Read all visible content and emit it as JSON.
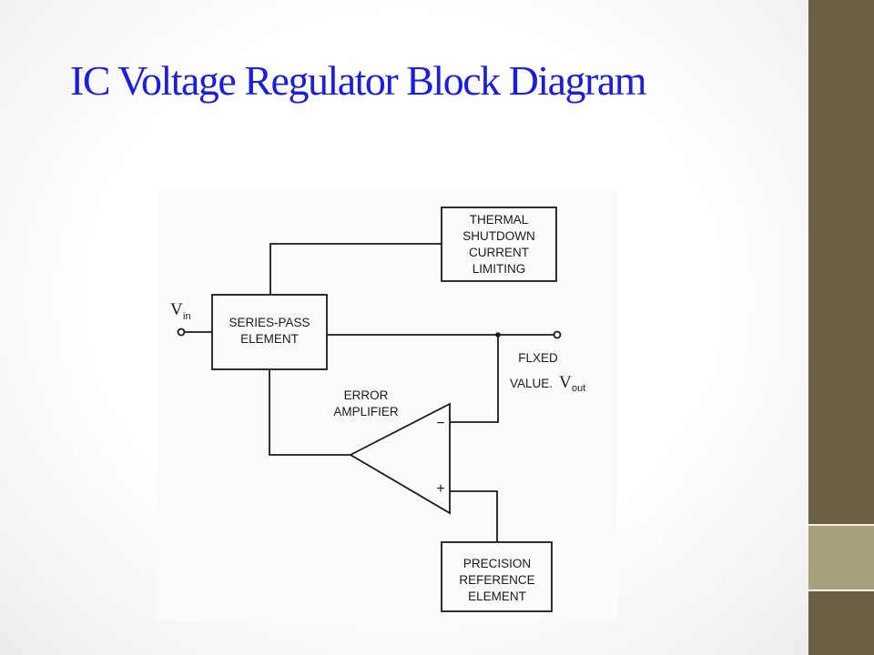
{
  "slide": {
    "title": "IC Voltage Regulator Block Diagram"
  },
  "diagram": {
    "input": {
      "symbol": "V",
      "subscript": "in"
    },
    "blocks": {
      "thermal": [
        "THERMAL",
        "SHUTDOWN",
        "CURRENT",
        "LIMITING"
      ],
      "series_pass": [
        "SERIES-PASS",
        "ELEMENT"
      ],
      "precision_ref": [
        "PRECISION",
        "REFERENCE",
        "ELEMENT"
      ]
    },
    "error_amp": {
      "label": [
        "ERROR",
        "AMPLIFIER"
      ],
      "minus": "−",
      "plus": "+"
    },
    "output": {
      "line1": "FLXED",
      "line2": "VALUE.",
      "symbol": "V",
      "subscript": "out"
    }
  },
  "colors": {
    "title": "#1a1ee0",
    "side_bar": "#6b6045",
    "side_accent": "#a8a07a"
  }
}
